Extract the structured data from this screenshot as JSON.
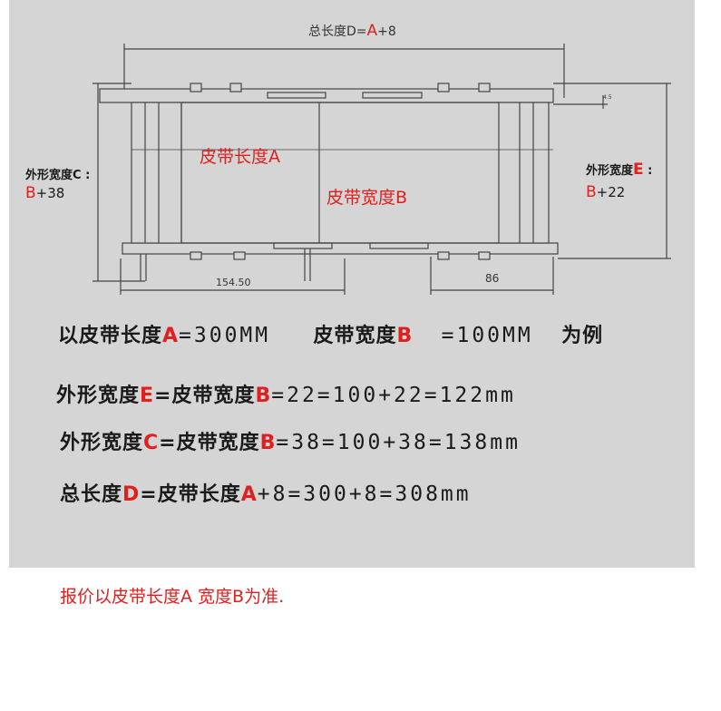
{
  "colors": {
    "panel": "#d5d5d5",
    "line": "#444444",
    "accent": "#e0201e",
    "text": "#1a1a1a"
  },
  "diagram": {
    "total_length_label_prefix": "总长度D",
    "total_length_label_eq": "=",
    "total_length_label_A": "A",
    "total_length_label_suffix": "+8",
    "belt_length_label": "皮带长度A",
    "belt_width_label": "皮带宽度B",
    "outer_width_c_label": "外形宽度C",
    "outer_width_c_colon": ":",
    "outer_width_c_B": "B",
    "outer_width_c_value": "+38",
    "outer_width_e_label": "外形宽度",
    "outer_width_e_E": "E",
    "outer_width_e_colon": ":",
    "outer_width_e_B": "B",
    "outer_width_e_value": "+22",
    "dim_154": "154.50",
    "dim_86": "86",
    "dim_small": "4.5"
  },
  "example": {
    "prefix": "以皮带长度",
    "A": "A",
    "eq1": "=300MM",
    "mid": "皮带宽度",
    "B": "B",
    "eq2": "=100MM",
    "suffix": "为例"
  },
  "formulas": {
    "e_prefix": "外形宽度",
    "e_E": "E",
    "e_mid": "=皮带宽度",
    "e_B": "B",
    "e_expr": "=22=100+22=122mm",
    "c_prefix": "外形宽度",
    "c_C": "C",
    "c_mid": "=皮带宽度",
    "c_B": "B",
    "c_expr": "=38=100+38=138mm",
    "d_prefix": "总长度",
    "d_D": "D",
    "d_mid": "=皮带长度",
    "d_A": "A",
    "d_expr": "+8=300+8=308mm"
  },
  "footer": {
    "note": "报价以皮带长度A  宽度B为准."
  }
}
